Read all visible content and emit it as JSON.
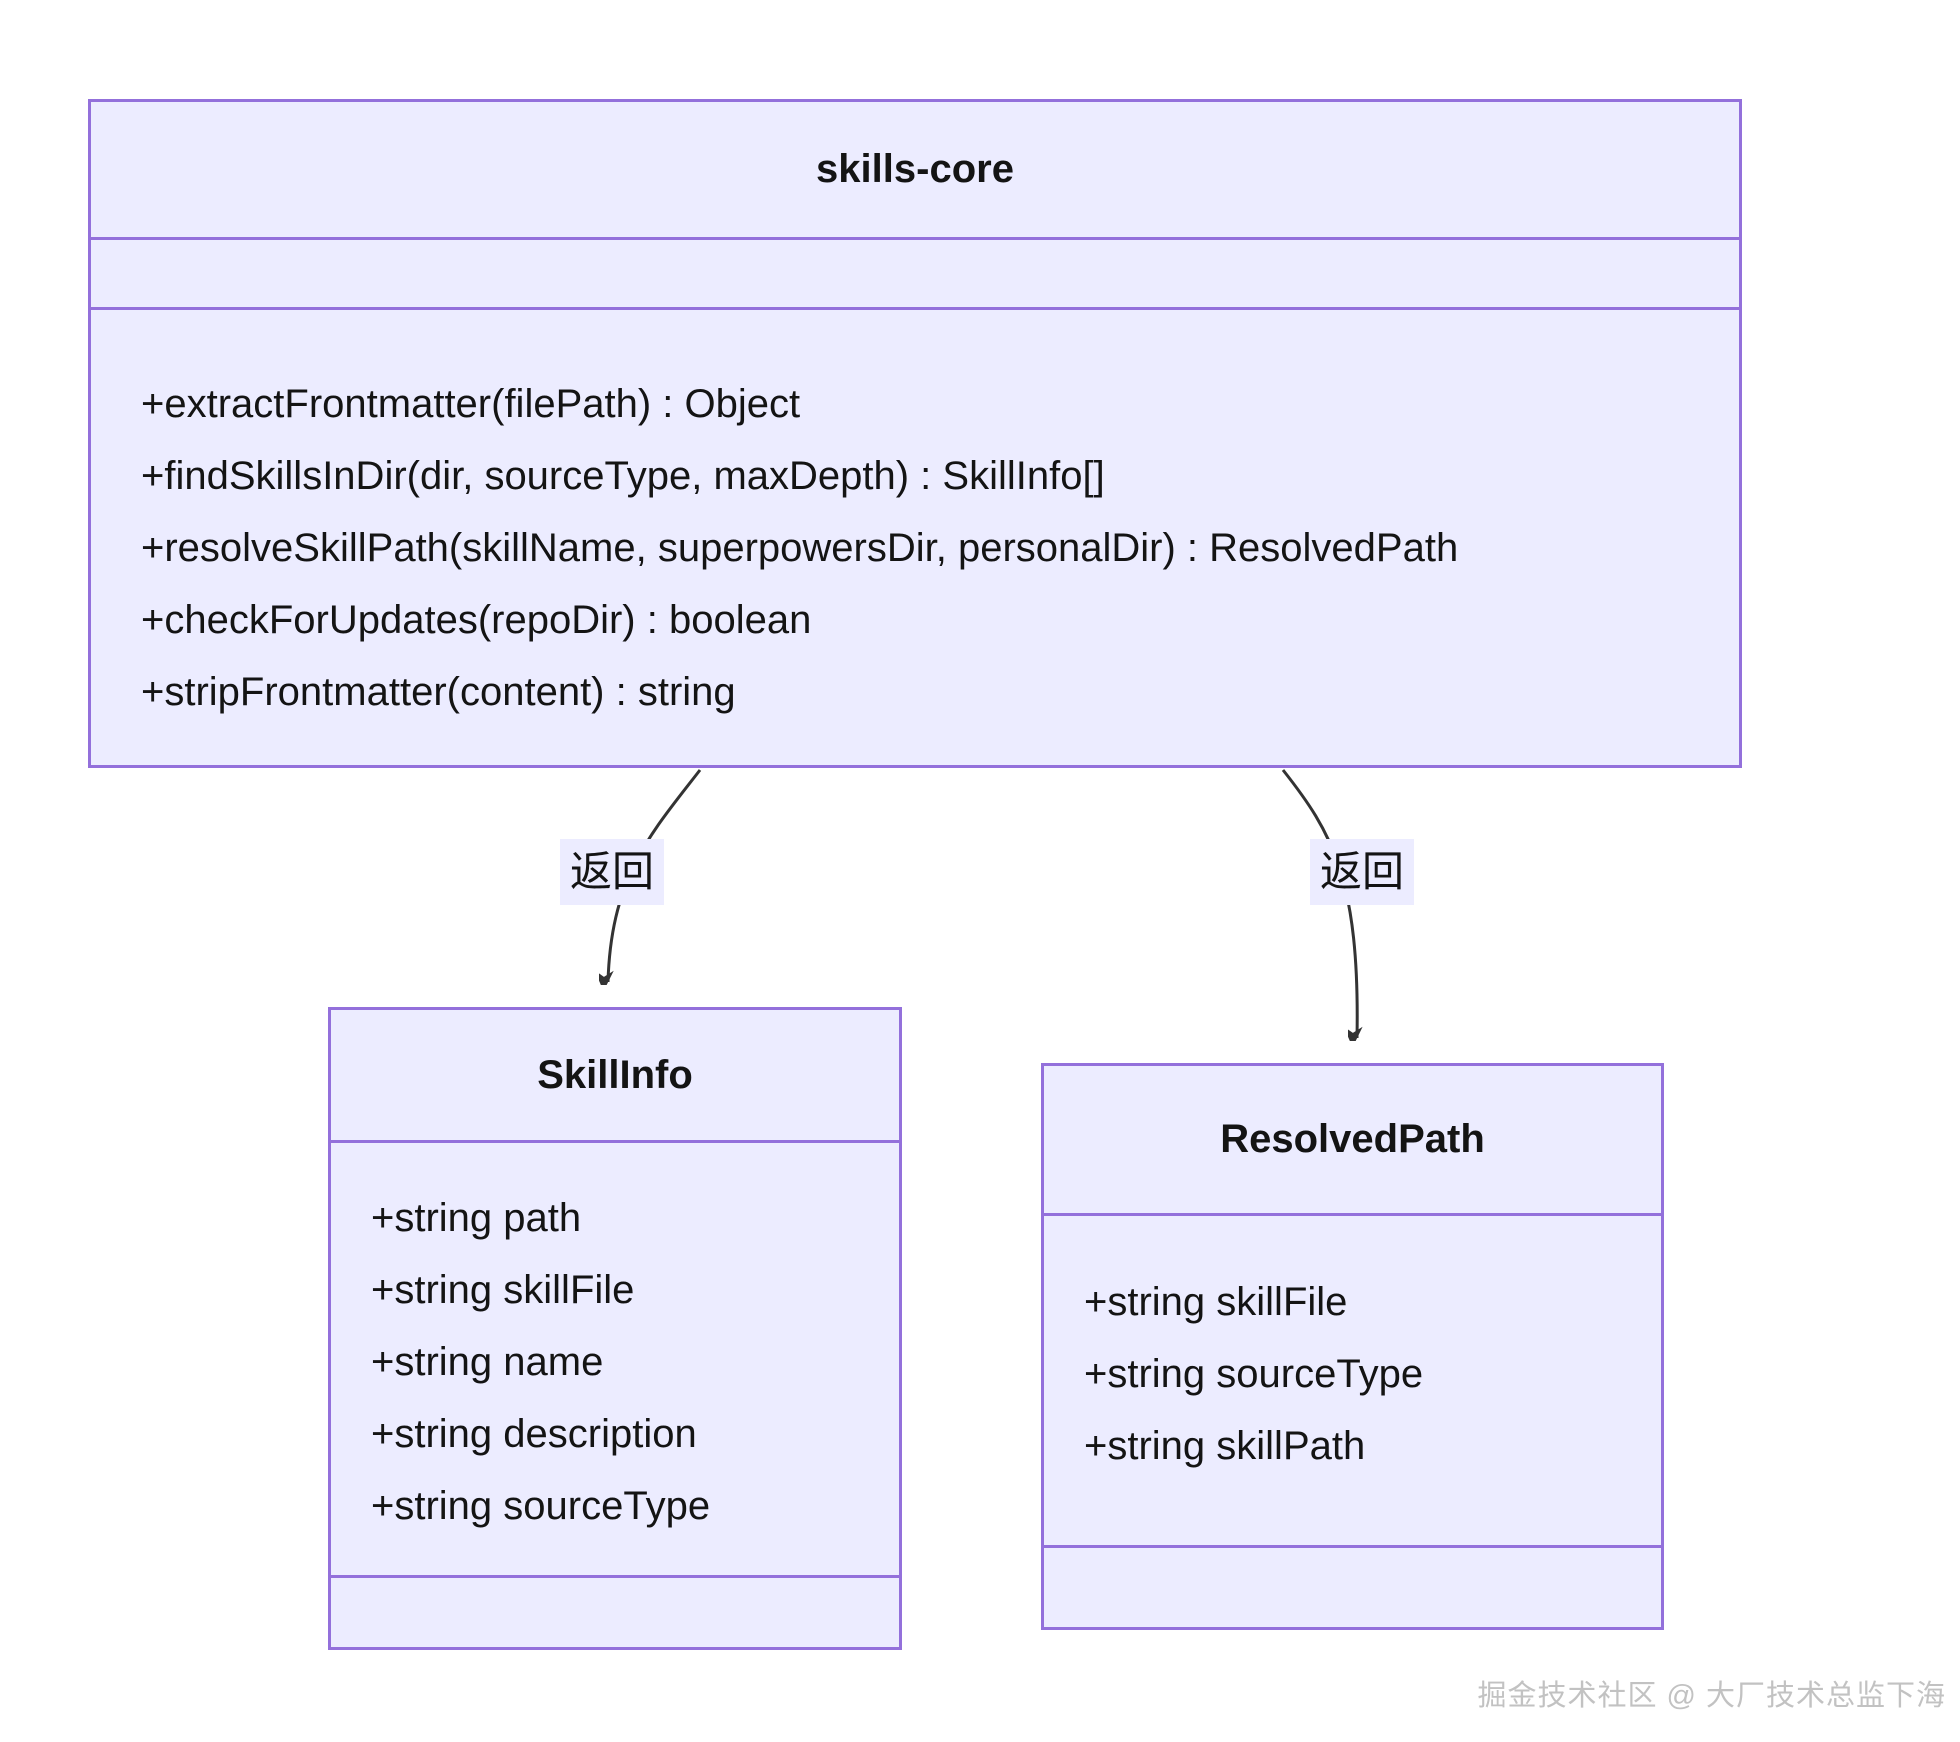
{
  "diagram": {
    "classes": [
      {
        "name": "skills-core",
        "attributes": [],
        "methods": [
          "+extractFrontmatter(filePath) : Object",
          "+findSkillsInDir(dir, sourceType, maxDepth) : SkillInfo[]",
          "+resolveSkillPath(skillName, superpowersDir, personalDir) : ResolvedPath",
          "+checkForUpdates(repoDir) : boolean",
          "+stripFrontmatter(content) : string"
        ]
      },
      {
        "name": "SkillInfo",
        "attributes": [
          "+string path",
          "+string skillFile",
          "+string name",
          "+string description",
          "+string sourceType"
        ],
        "methods": []
      },
      {
        "name": "ResolvedPath",
        "attributes": [
          "+string skillFile",
          "+string sourceType",
          "+string skillPath"
        ],
        "methods": []
      }
    ],
    "edges": [
      {
        "from": "skills-core",
        "to": "SkillInfo",
        "label": "返回"
      },
      {
        "from": "skills-core",
        "to": "ResolvedPath",
        "label": "返回"
      }
    ],
    "watermark": "掘金技术社区 @ 大厂技术总监下海",
    "colors": {
      "node_fill": "#ECECFF",
      "node_border": "#9370DB",
      "edge": "#333333",
      "text": "#141414",
      "watermark": "#c2c2c2",
      "label_bg": "#ECECFF"
    }
  }
}
